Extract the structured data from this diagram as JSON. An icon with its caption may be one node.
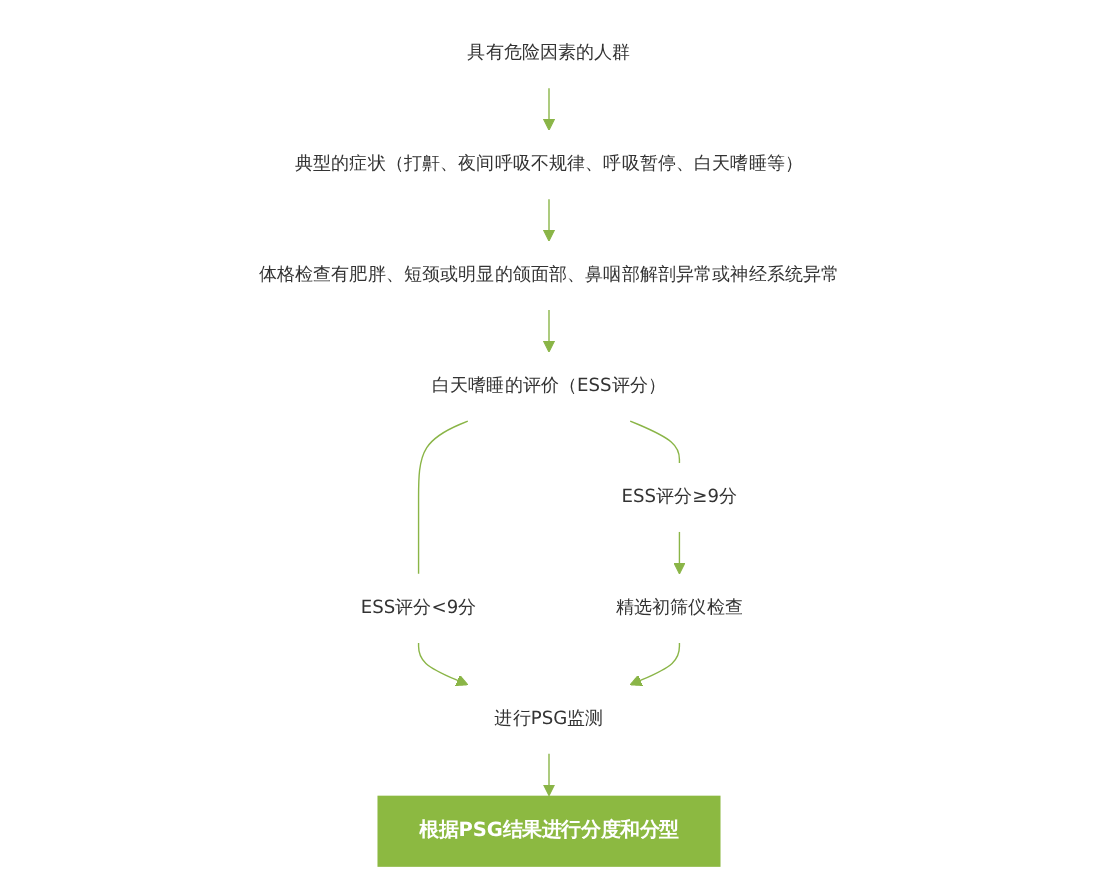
{
  "diagram": {
    "nodes": [
      {
        "text": [
          "具有危险因素的人群"
        ]
      },
      {
        "text": [
          "典型的症状（打鼾、夜间呼吸不规律、呼吸暂停、白天嗜睡等）"
        ]
      },
      {
        "text": [
          "体格检查有肥胖、短颈或明显的颌面部、鼻咽部解剖异常或神经系统异常"
        ]
      },
      {
        "text": [
          "白天嗜睡的评价（ESS评分）"
        ]
      },
      {
        "text": [
          "ESS评分<9分"
        ]
      },
      {
        "text": [
          "ESS评分≥9分"
        ]
      },
      {
        "text": [
          "进行PSG监测"
        ]
      },
      {
        "text": [
          "精选初筛仪检查"
        ]
      },
      {
        "text": [
          "根据PSG结果进行分度和分型"
        ]
      }
    ],
    "edges": [
      {
        "from": 0,
        "to": 1,
        "arrow": "to"
      },
      {
        "from": 1,
        "to": 2,
        "arrow": "to"
      },
      {
        "from": 2,
        "to": 3,
        "arrow": "to"
      },
      {
        "from": 3,
        "to": 4,
        "arrow": "none"
      },
      {
        "from": 3,
        "to": 5,
        "arrow": "none"
      },
      {
        "from": 4,
        "to": 6,
        "arrow": "to"
      },
      {
        "from": 5,
        "to": 7,
        "arrow": "to"
      },
      {
        "from": 7,
        "to": 6,
        "arrow": "to"
      },
      {
        "from": 6,
        "to": 8,
        "arrow": "to"
      }
    ]
  }
}
